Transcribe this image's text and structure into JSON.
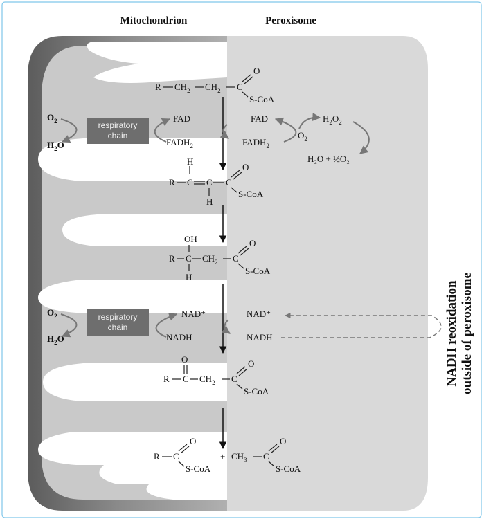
{
  "headers": {
    "left": "Mitochondrion",
    "right": "Peroxisome"
  },
  "side_label": {
    "line1": "NADH reoxidation",
    "line2": "outside of peroxisome"
  },
  "respiratory_chain": {
    "line1": "respiratory",
    "line2": "chain"
  },
  "species": {
    "o2": "O",
    "o2_sub": "2",
    "h2o": "H",
    "h2o_sub": "2",
    "h2o_tail": "O",
    "fad": "FAD",
    "fadh2": "FADH",
    "fadh2_sub": "2",
    "h2o2": "H",
    "h2o2_sub": "2",
    "h2o2_mid": "O",
    "h2o2_sub2": "2",
    "water_half_o2": "H₂O + ½O₂",
    "nad": "NAD⁺",
    "nadh": "NADH"
  },
  "molecules": {
    "r": "R",
    "ch2": "CH",
    "ch2_sub": "2",
    "ch3": "CH",
    "ch3_sub": "3",
    "c": "C",
    "h": "H",
    "o": "O",
    "oh": "OH",
    "scoa": "S-CoA",
    "plus": "+"
  },
  "colors": {
    "mito_dark": "#6b6b6b",
    "mito_light": "#c4c4c4",
    "peroxisome": "#d9d9d9",
    "chain_box": "#6e6e6e",
    "cycle_arrow": "#777777",
    "frame": "#7fc6ea"
  }
}
